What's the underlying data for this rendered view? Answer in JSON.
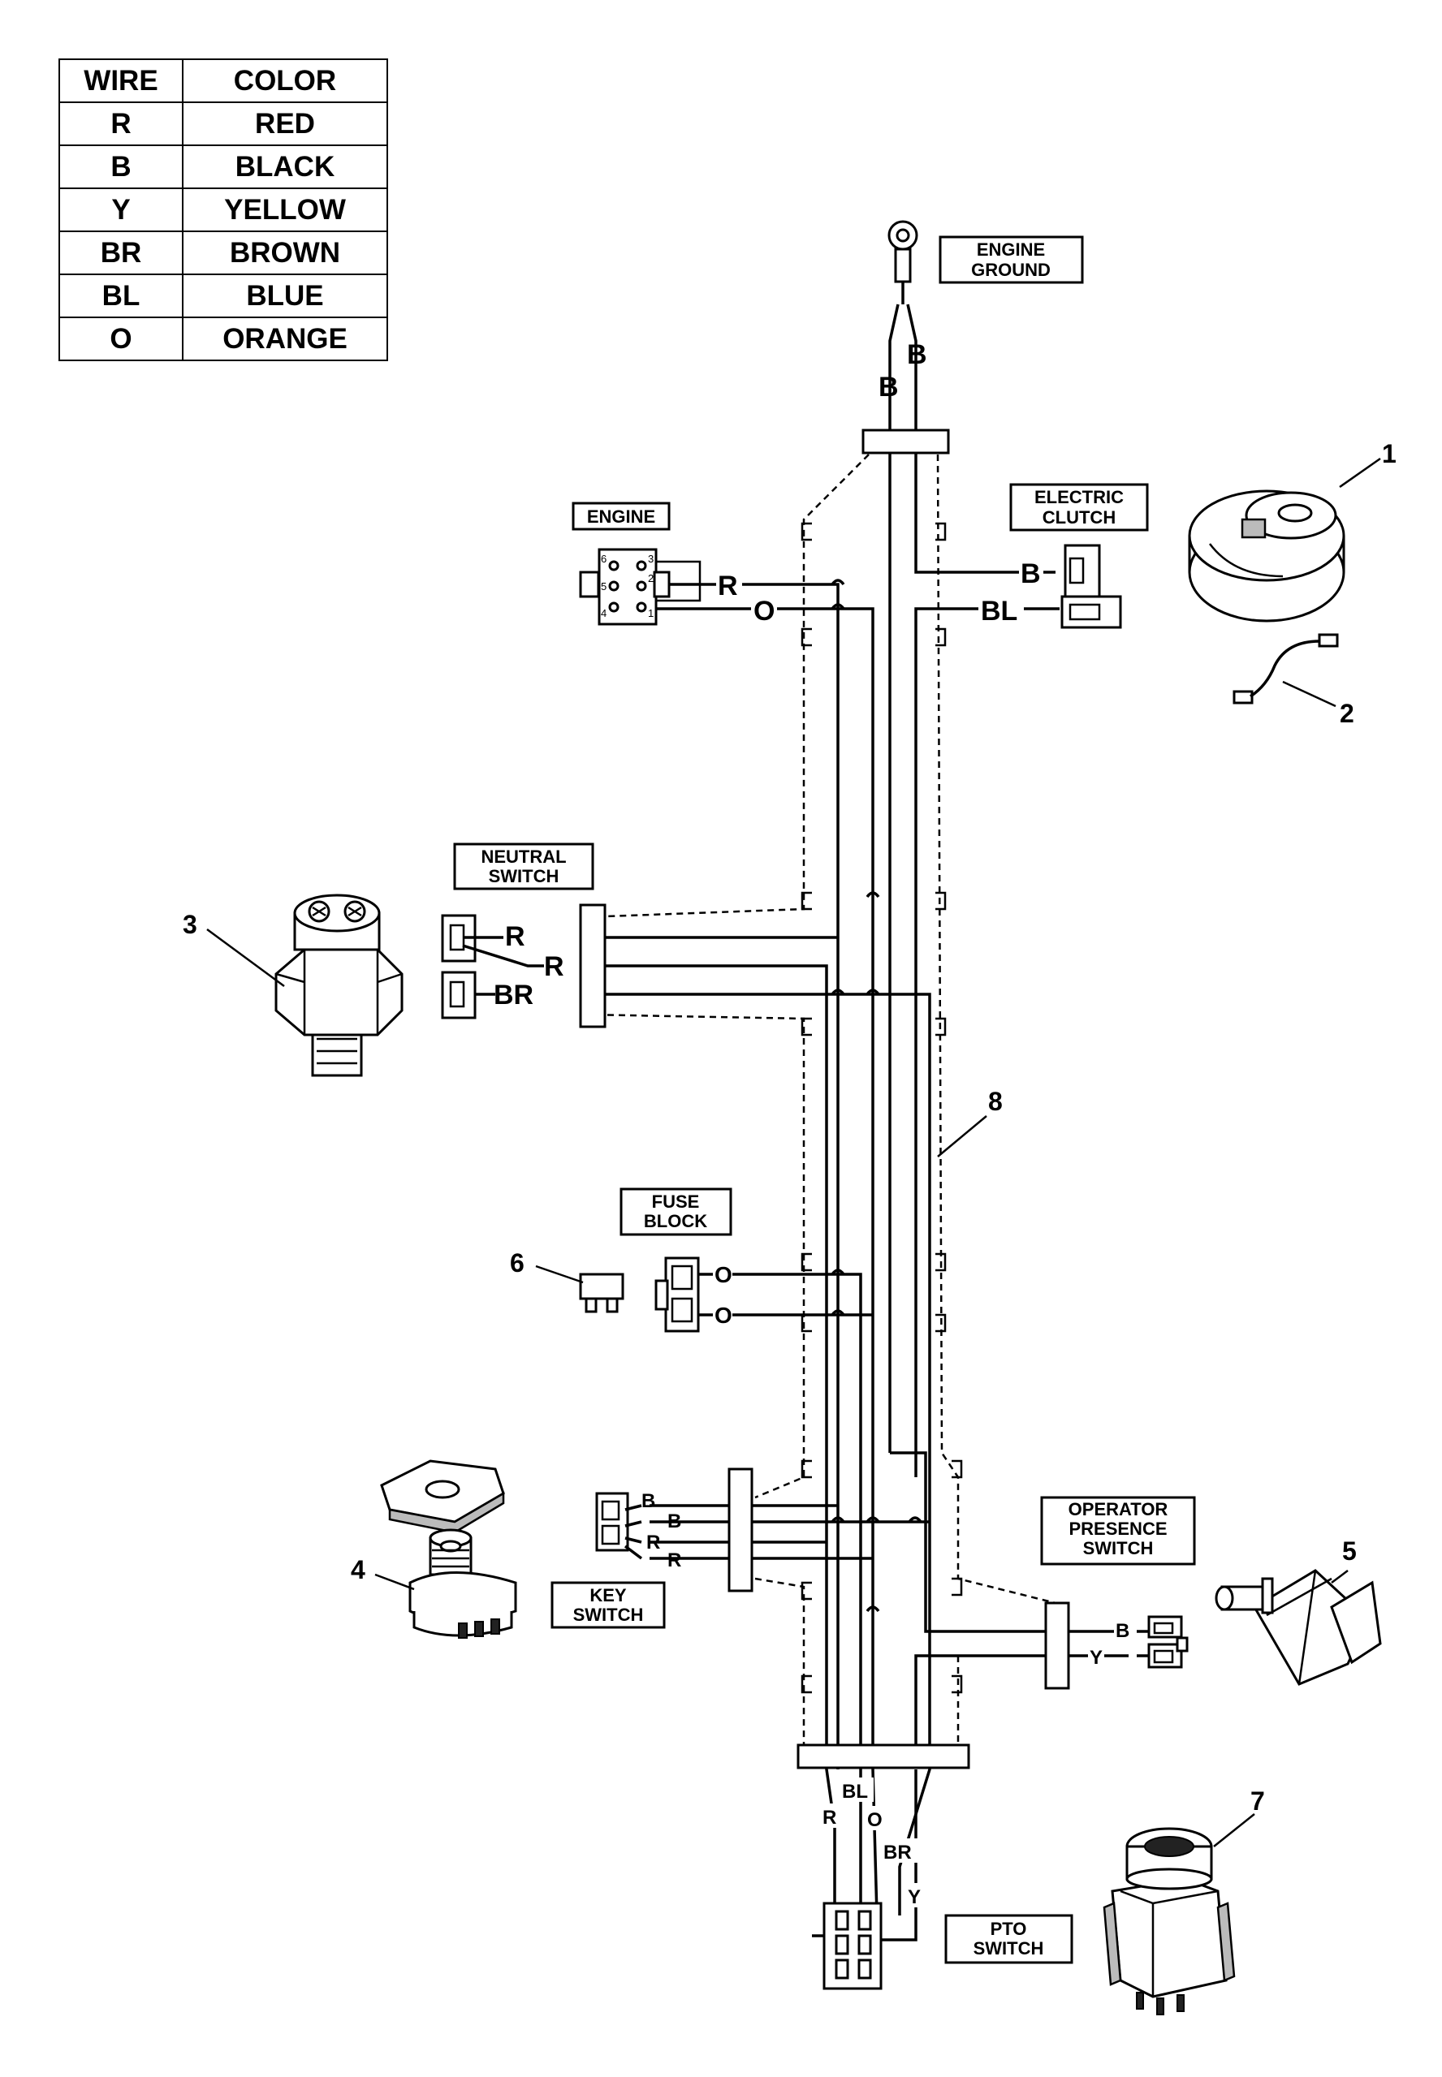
{
  "legend": {
    "headers": [
      "WIRE",
      "COLOR"
    ],
    "rows": [
      {
        "code": "R",
        "color": "RED"
      },
      {
        "code": "B",
        "color": "BLACK"
      },
      {
        "code": "Y",
        "color": "YELLOW"
      },
      {
        "code": "BR",
        "color": "BROWN"
      },
      {
        "code": "BL",
        "color": "BLUE"
      },
      {
        "code": "O",
        "color": "ORANGE"
      }
    ]
  },
  "tags": {
    "engine_ground": [
      "ENGINE",
      "GROUND"
    ],
    "engine": "ENGINE",
    "electric_clutch": [
      "ELECTRIC",
      "CLUTCH"
    ],
    "neutral_switch": [
      "NEUTRAL",
      "SWITCH"
    ],
    "fuse_block": [
      "FUSE",
      "BLOCK"
    ],
    "key_switch": [
      "KEY",
      "SWITCH"
    ],
    "operator_presence_switch": [
      "OPERATOR",
      "PRESENCE",
      "SWITCH"
    ],
    "pto_switch": [
      "PTO",
      "SWITCH"
    ]
  },
  "wire_labels": {
    "ground_left": "B",
    "ground_right": "B",
    "engine_r": "R",
    "engine_o": "O",
    "clutch_b": "B",
    "clutch_bl": "BL",
    "neutral_r1": "R",
    "neutral_r2": "R",
    "neutral_br": "BR",
    "fuse_o1": "O",
    "fuse_o2": "O",
    "key_b1": "B",
    "key_b2": "B",
    "key_r1": "R",
    "key_r2": "R",
    "ops_b": "B",
    "ops_y": "Y",
    "pto_r": "R",
    "pto_bl": "BL",
    "pto_o": "O",
    "pto_br": "BR",
    "pto_y": "Y"
  },
  "engine_pins": [
    "6",
    "3",
    "5",
    "2",
    "4",
    "1"
  ],
  "callouts": [
    "1",
    "2",
    "3",
    "4",
    "5",
    "6",
    "7",
    "8"
  ]
}
